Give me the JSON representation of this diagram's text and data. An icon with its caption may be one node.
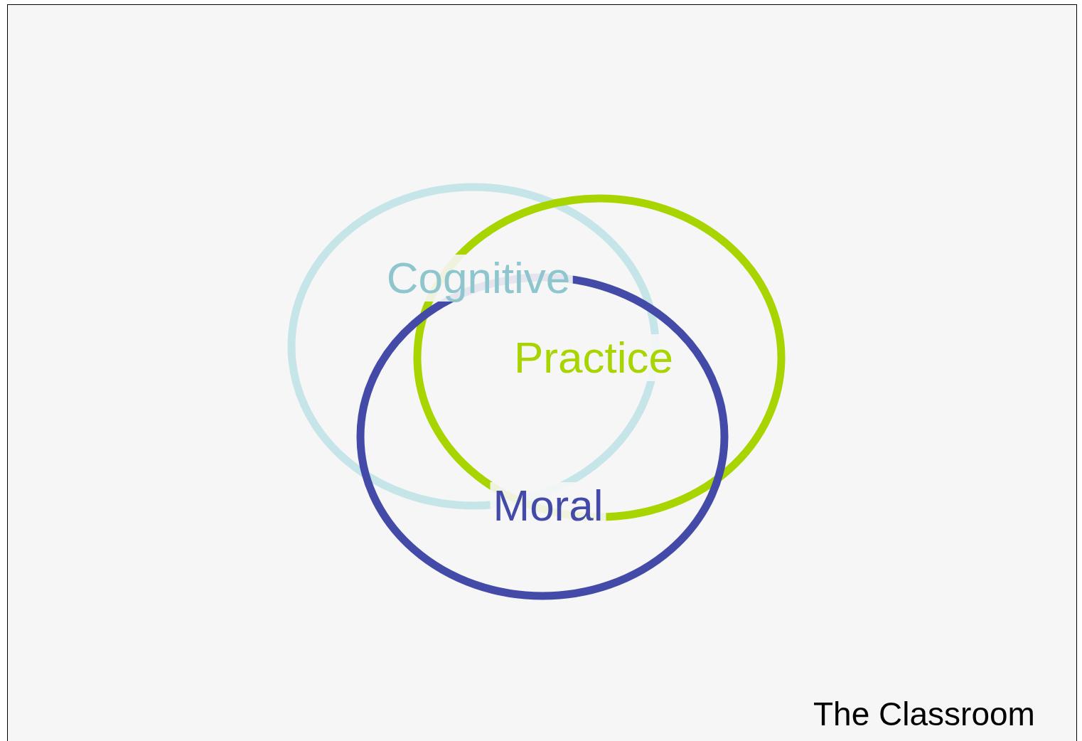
{
  "diagram": {
    "nodes": [
      {
        "text": [
          "The Classroom"
        ]
      },
      {
        "text": [
          "Cognitive"
        ],
        "in": 0
      },
      {
        "text": [
          "Practice"
        ],
        "in": 0
      },
      {
        "text": [
          "Moral"
        ],
        "in": 0
      }
    ]
  }
}
